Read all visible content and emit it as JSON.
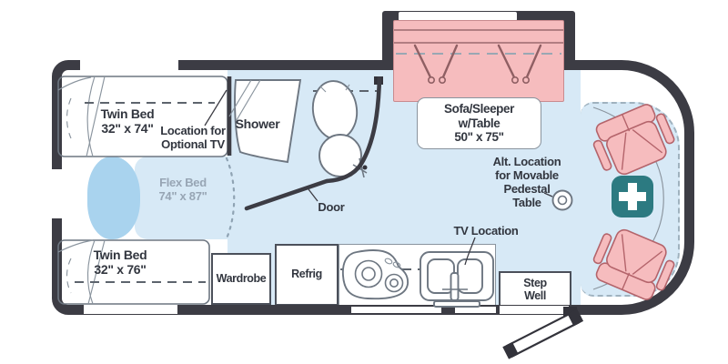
{
  "floorplan": {
    "labels": {
      "twin_bed_top": "Twin Bed\n32\" x 74\"",
      "twin_bed_bottom": "Twin Bed\n32\" x 76\"",
      "flex_bed": "Flex Bed\n74\" x 87\"",
      "optional_tv": "Location for\nOptional TV",
      "shower": "Shower",
      "door": "Door",
      "sofa_sleeper": "Sofa/Sleeper\nw/Table\n50\" x 75\"",
      "pedestal_table": "Alt. Location\nfor Movable\nPedestal\nTable",
      "tv_location": "TV Location",
      "wardrobe": "Wardrobe",
      "refrig": "Refrig",
      "step_well": "Step\nWell"
    },
    "colors": {
      "wall": "#3c3c44",
      "floor_blue": "#d7e9f6",
      "flex_blue": "#a9d3ee",
      "seat_pink": "#f6bcbe",
      "seat_outline": "#b4646b",
      "badge_teal": "#2c7a81",
      "text": "#32363f",
      "muted_text": "#97a5b4"
    }
  }
}
